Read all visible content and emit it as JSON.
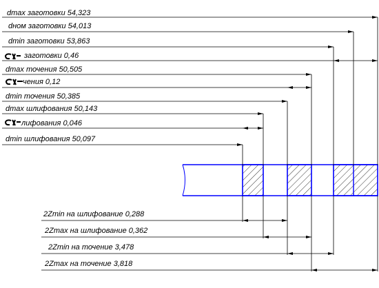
{
  "dimension_labels": [
    "dmax заготовки 54,323",
    "dном заготовки 54,013",
    "dmin заготовки 53,863",
    "заготовки 0,46",
    "dmax точения 50,505",
    "чения 0,12",
    "dmin точения 50,385",
    "dmax шлифования 50,143",
    "лифования 0,046",
    "dmin шлифования 50,097"
  ],
  "allowance_labels": [
    "2Zmin на шлифование 0,288",
    "2Zmax на шлифование 0,362",
    "2Zmin на точение 3,478",
    "2Zmax на точение 3,818"
  ],
  "colors": {
    "line": "#000000",
    "part_outline": "#0000ff",
    "hatch": "#000000",
    "background": "#ffffff"
  }
}
